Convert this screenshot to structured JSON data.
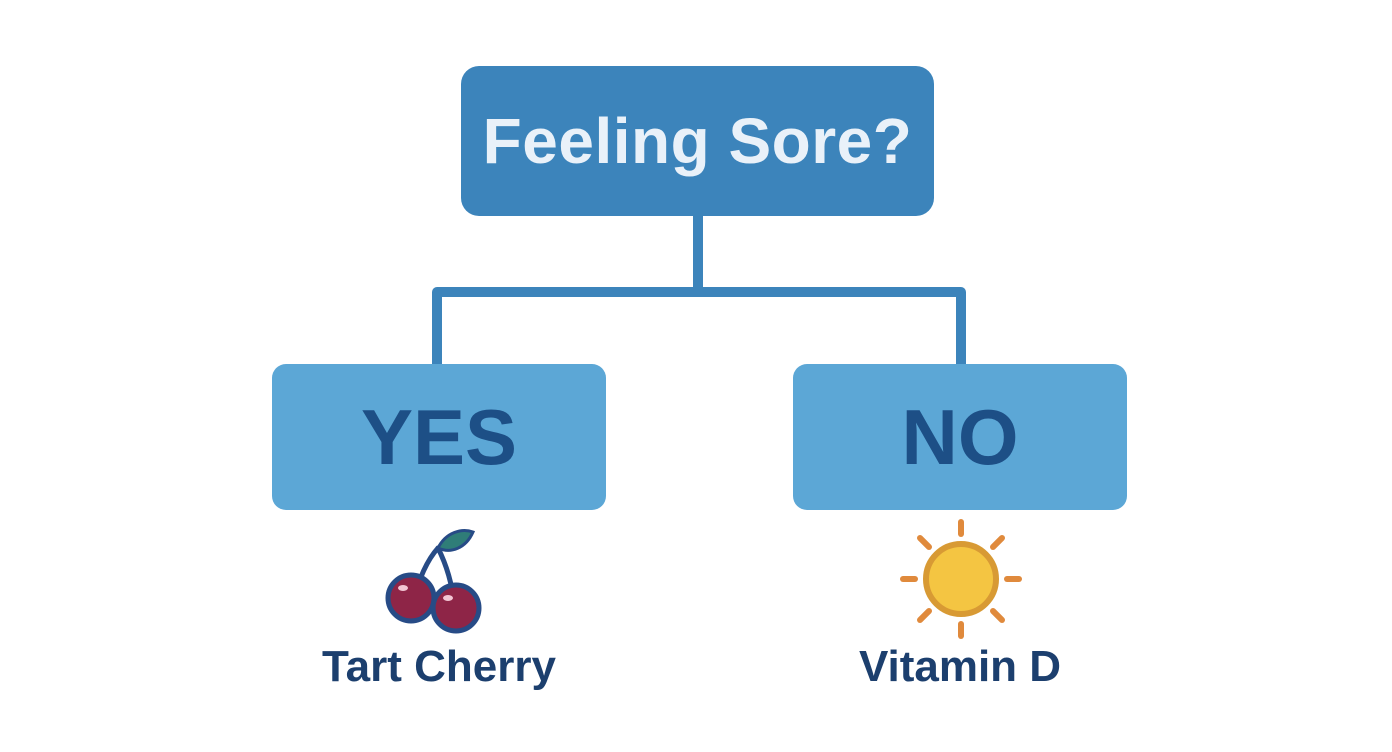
{
  "diagram": {
    "root": {
      "label": "Feeling Sore?"
    },
    "branches": [
      {
        "label": "YES",
        "outcome": "Tart Cherry",
        "icon": "cherry-icon"
      },
      {
        "label": "NO",
        "outcome": "Vitamin D",
        "icon": "sun-icon"
      }
    ]
  },
  "colors": {
    "root_fill": "#3c84bb",
    "root_text": "#e9f1f9",
    "branch_fill": "#5ca7d6",
    "branch_text": "#1d4f86",
    "connector": "#3c84bb",
    "outcome_text": "#1c3f6e",
    "cherry": "#8e2547",
    "cherry_outline": "#274b86",
    "leaf": "#2f7d78",
    "sun": "#f4c542",
    "sun_outline": "#d89a34",
    "sun_rays": "#e08a3c"
  }
}
